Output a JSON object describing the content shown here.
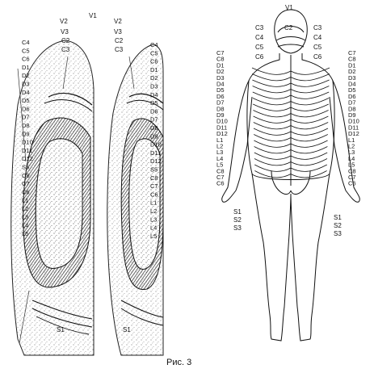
{
  "caption": "Рис. 3",
  "left_view": {
    "top_labels": [
      "V2",
      "V1",
      "V3",
      "C2",
      "C3"
    ],
    "side_labels": [
      "C4",
      "C5",
      "C6",
      "D1",
      "D2",
      "D3",
      "D4",
      "D5",
      "D6",
      "D7",
      "D8",
      "D9",
      "D10",
      "D11",
      "D12",
      "S5",
      "C8",
      "C7",
      "C6",
      "L1",
      "L2",
      "L3",
      "L4",
      "L5"
    ],
    "bottom_label": "S1"
  },
  "right_view": {
    "top_labels": [
      "V2",
      "V3",
      "C2",
      "C3"
    ],
    "side_labels": [
      "C4",
      "C5",
      "C6",
      "D1",
      "D2",
      "D3",
      "D4",
      "D5",
      "D6",
      "D7",
      "D8",
      "D9",
      "D10",
      "D11",
      "D12",
      "S5",
      "C8",
      "C7",
      "C6",
      "L1",
      "L2",
      "L3",
      "L4",
      "L5"
    ],
    "bottom_label": "S1"
  },
  "body_view": {
    "head_labels": [
      "V1",
      "C2",
      "C3",
      "C3",
      "C4",
      "C4",
      "C5",
      "C5",
      "C6",
      "C6"
    ],
    "left_labels": [
      "C7",
      "C8",
      "D1",
      "D2",
      "D3",
      "D4",
      "D5",
      "D6",
      "D7",
      "D8",
      "D9",
      "D10",
      "D11",
      "D12",
      "L1",
      "L2",
      "L3",
      "L4",
      "L5",
      "C8",
      "C7",
      "C6"
    ],
    "right_labels": [
      "C7",
      "C8",
      "D1",
      "D2",
      "D3",
      "D4",
      "D5",
      "D6",
      "D7",
      "D8",
      "D9",
      "D10",
      "D11",
      "D12",
      "L1",
      "L2",
      "L3",
      "L4",
      "L5",
      "C8",
      "C7",
      "C6"
    ],
    "sacral_left": [
      "S1",
      "S2",
      "S3"
    ],
    "sacral_right": [
      "S1",
      "S2",
      "S3"
    ]
  }
}
